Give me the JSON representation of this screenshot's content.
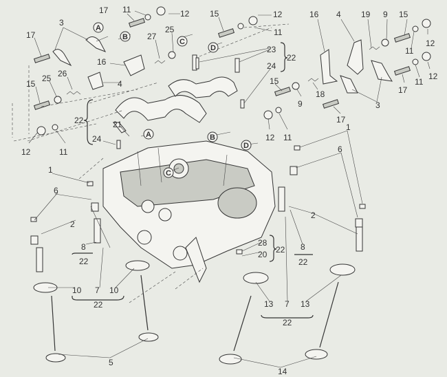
{
  "diagram": {
    "labels": [
      "17",
      "3",
      "17",
      "11",
      "12",
      "27",
      "25",
      "16",
      "26",
      "25",
      "15",
      "4",
      "22",
      "21",
      "24",
      "12",
      "11",
      "15",
      "12",
      "11",
      "23",
      "22",
      "24",
      "16",
      "4",
      "19",
      "9",
      "15",
      "12",
      "11",
      "12",
      "11",
      "17",
      "15",
      "9",
      "18",
      "3",
      "17",
      "12",
      "11",
      "1",
      "6",
      "1",
      "6",
      "2",
      "8",
      "22",
      "10",
      "7",
      "10",
      "22",
      "5",
      "2",
      "8",
      "22",
      "28",
      "20",
      "22",
      "13",
      "7",
      "13",
      "22",
      "14"
    ],
    "callouts": [
      "A",
      "B",
      "C",
      "D",
      "A",
      "B",
      "C",
      "D"
    ],
    "colors": {
      "background": "#e9ebe5",
      "line": "#333333"
    }
  }
}
